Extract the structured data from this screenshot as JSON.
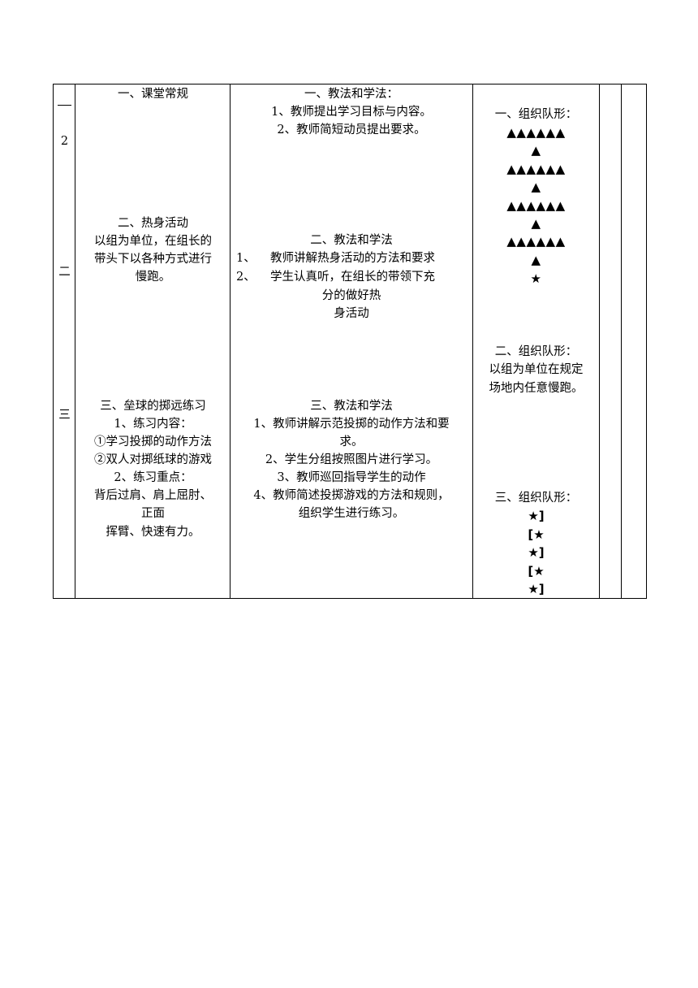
{
  "row_labels": {
    "section_1_number": "2",
    "section_2_label": "二",
    "section_3_label": "三"
  },
  "content": {
    "routine_title": "一、课堂常规",
    "warmup_title": "二、热身活动",
    "warmup_lines": [
      "以组为单位，在组长的",
      "带头下以各种方式进行",
      "慢跑。"
    ],
    "throw_title": "三、垒球的掷远练习",
    "throw_lines": [
      "1、练习内容：",
      "①学习投掷的动作方法",
      "②双人对掷纸球的游戏",
      "2、练习重点：",
      "背后过肩、肩上屈肘、",
      "正面",
      "挥臂、快速有力。"
    ]
  },
  "methods": {
    "m1_title": "一、教法和学法：",
    "m1_lines": [
      "1、教师提出学习目标与内容。",
      "2、教师简短动员提出要求。"
    ],
    "m2_title": "二、教法和学法",
    "m2_item1_num": "1、",
    "m2_item1_text": "教师讲解热身活动的方法和要求",
    "m2_item2_num": "2、",
    "m2_item2_text": "学生认真听，在组长的带领下充",
    "m2_item2_cont": [
      "分的做好热",
      "身活动"
    ],
    "m3_title": "三、教法和学法",
    "m3_lines": [
      "1、教师讲解示范投掷的动作方法和要",
      "求。",
      "2、学生分组按照图片进行学习。",
      "3、教师巡回指导学生的动作",
      "4、教师简述投掷游戏的方法和规则，",
      "组织学生进行练习。"
    ]
  },
  "organization": {
    "o1_title": "一、组织队形：",
    "o1_lines": [
      "▲▲▲▲▲▲",
      "▲",
      "▲▲▲▲▲▲",
      "▲",
      "▲▲▲▲▲▲",
      "▲",
      "▲▲▲▲▲▲",
      "▲",
      "★"
    ],
    "o2_title": "二、组织队形：",
    "o2_lines": [
      "以组为单位在规定",
      "场地内任意慢跑。"
    ],
    "o3_title": "三、组织队形：",
    "o3_lines": [
      "★]",
      "[★",
      "★]",
      "[★",
      "★]"
    ]
  }
}
